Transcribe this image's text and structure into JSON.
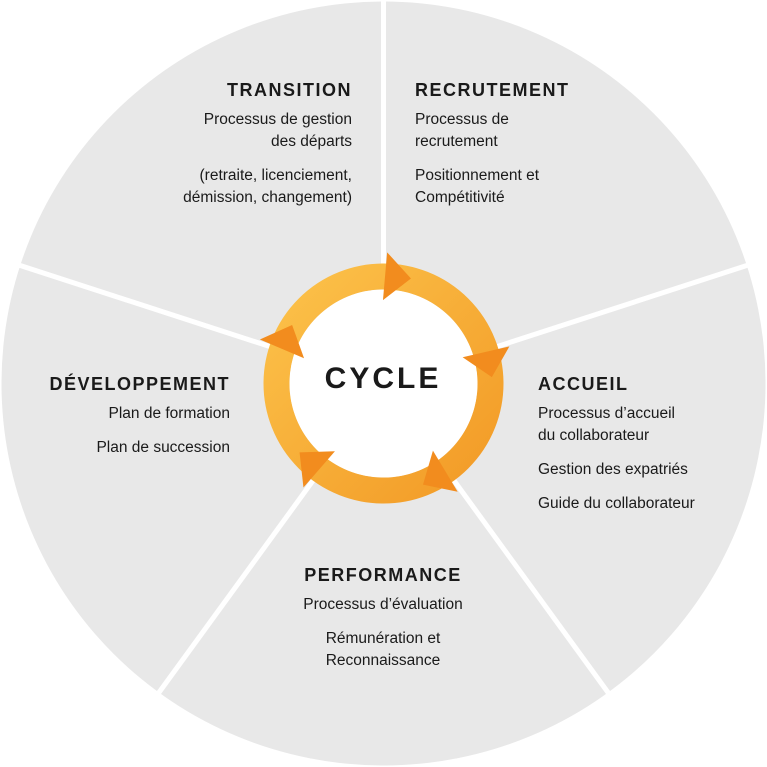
{
  "center": {
    "label": "CYCLE"
  },
  "colors": {
    "segment": "#e8e8e8",
    "separator": "#ffffff",
    "ring_light": "#fbb93c",
    "ring_dark": "#f28c1e",
    "hub": "#ffffff",
    "text": "#1a1a1a"
  },
  "segments": [
    {
      "id": "transition",
      "title": "TRANSITION",
      "lines": [
        "Processus de gestion",
        "des départs",
        "(retraite, licenciement,",
        "démission, changement)"
      ]
    },
    {
      "id": "recrutement",
      "title": "RECRUTEMENT",
      "lines": [
        "Processus de",
        "recrutement",
        "Positionnement et",
        "Compétitivité"
      ]
    },
    {
      "id": "accueil",
      "title": "ACCUEIL",
      "lines": [
        "Processus d’accueil",
        "du collaborateur",
        "Gestion des expatriés",
        "Guide du collaborateur"
      ]
    },
    {
      "id": "performance",
      "title": "PERFORMANCE",
      "lines": [
        "Processus d’évaluation",
        "Rémunération et",
        "Reconnaissance"
      ]
    },
    {
      "id": "developpement",
      "title": "DÉVELOPPEMENT",
      "lines": [
        "Plan de formation",
        "Plan de succession"
      ]
    }
  ]
}
